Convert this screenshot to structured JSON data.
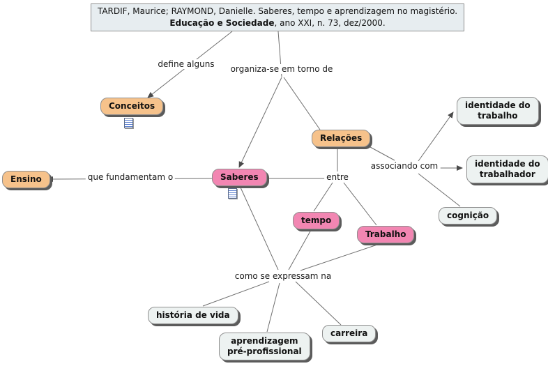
{
  "title_box": {
    "line1": "TARDIF, Maurice; RAYMOND, Danielle. Saberes, tempo e aprendizagem no magistério.",
    "journal": "Educação e Sociedade",
    "line2_rest": ", ano XXI, n. 73, dez/2000."
  },
  "nodes": {
    "conceitos": {
      "label": "Conceitos",
      "color": "orange"
    },
    "relacoes": {
      "label": "Relações",
      "color": "orange"
    },
    "ensino": {
      "label": "Ensino",
      "color": "orange"
    },
    "saberes": {
      "label": "Saberes",
      "color": "pink"
    },
    "tempo": {
      "label": "tempo",
      "color": "pink"
    },
    "trabalho": {
      "label": "Trabalho",
      "color": "pink"
    },
    "identidade_do_trabalho": {
      "label": "identidade do\ntrabalho",
      "color": "light"
    },
    "identidade_do_trabalhador": {
      "label": "identidade do\ntrabalhador",
      "color": "light"
    },
    "cognicao": {
      "label": "cognição",
      "color": "light"
    },
    "historia_de_vida": {
      "label": "história de vida",
      "color": "light"
    },
    "aprendizagem_pre_profissional": {
      "label": "aprendizagem\npré-profissional",
      "color": "light"
    },
    "carreira": {
      "label": "carreira",
      "color": "light"
    }
  },
  "link_labels": {
    "define_alguns": "define alguns",
    "organiza_se": "organiza-se em torno de",
    "que_fundamentam": "que fundamentam o",
    "entre": "entre",
    "associando_com": "associando com",
    "como_se_expressam": "como se expressam na"
  },
  "connections": [
    {
      "from": "title",
      "label": "define alguns",
      "to": "Conceitos",
      "arrow": true
    },
    {
      "from": "title",
      "label": "organiza-se em torno de",
      "to": "Saberes",
      "arrow": true
    },
    {
      "from": "title",
      "label": "organiza-se em torno de",
      "to": "Relações",
      "arrow": false
    },
    {
      "from": "Saberes",
      "label": "que fundamentam o",
      "to": "Ensino",
      "arrow": true
    },
    {
      "from": "Relações",
      "label": "entre",
      "to": "Saberes",
      "arrow": true
    },
    {
      "from": "Relações",
      "label": "entre",
      "to": "tempo",
      "arrow": false
    },
    {
      "from": "Relações",
      "label": "entre",
      "to": "Trabalho",
      "arrow": false
    },
    {
      "from": "Relações",
      "label": "associando com",
      "to": "identidade do trabalho",
      "arrow": true
    },
    {
      "from": "Relações",
      "label": "associando com",
      "to": "identidade do trabalhador",
      "arrow": true
    },
    {
      "from": "Relações",
      "label": "associando com",
      "to": "cognição",
      "arrow": false
    },
    {
      "from": [
        "Saberes",
        "tempo",
        "Trabalho"
      ],
      "label": "como se expressam na",
      "to": [
        "história de vida",
        "aprendizagem pré-profissional",
        "carreira"
      ],
      "arrow": false
    }
  ],
  "icons": {
    "resource_icon": "resource-link-icon"
  },
  "colors": {
    "node-orange": "#F6C28B",
    "node-pink": "#F286B2",
    "node-light": "#EDF2F1",
    "title-bg": "#E7EDF0",
    "node-border": "#8F8F8F",
    "line": "#6E6E6E",
    "shadow": "#5B5B5B"
  }
}
